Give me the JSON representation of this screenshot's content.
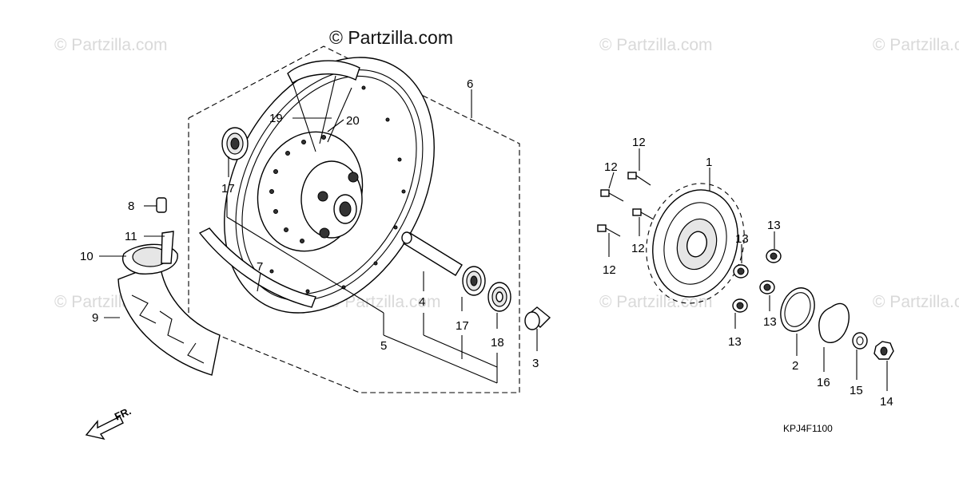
{
  "watermarks": {
    "main": "© Partzilla.com",
    "faint": "© Partzilla.com"
  },
  "diagram_code": "KPJ4F1100",
  "direction_label": "FR.",
  "callouts": {
    "c1": "1",
    "c2": "2",
    "c3": "3",
    "c4": "4",
    "c5": "5",
    "c6": "6",
    "c7": "7",
    "c8": "8",
    "c9": "9",
    "c10": "10",
    "c11": "11",
    "c12a": "12",
    "c12b": "12",
    "c12c": "12",
    "c12d": "12",
    "c13a": "13",
    "c13b": "13",
    "c13c": "13",
    "c13d": "13",
    "c14": "14",
    "c15": "15",
    "c16": "16",
    "c17a": "17",
    "c17b": "17",
    "c18": "18",
    "c19": "19",
    "c20": "20"
  }
}
